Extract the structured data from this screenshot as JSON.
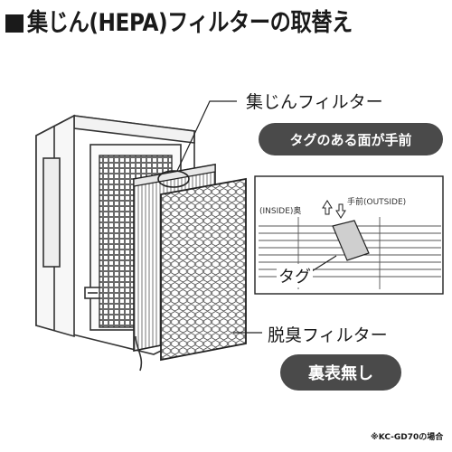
{
  "title": "集じん(HEPA)フィルターの取替え",
  "labels": {
    "dust_filter": "集じんフィルター",
    "dust_filter_badge": "タグのある面が手前",
    "inset_inside": "(INSIDE)奥",
    "inset_outside": "手前(OUTSIDE)",
    "tag": "タグ",
    "deodorizing_filter": "脱臭フィルター",
    "deodorizing_badge": "裏表無し"
  },
  "footnote": "※KC-GD70の場合",
  "colors": {
    "ink": "#1a1a1a",
    "badge": "#4a4a4a",
    "tag_fill": "#cfcfcf",
    "honeycomb": "#555555"
  }
}
